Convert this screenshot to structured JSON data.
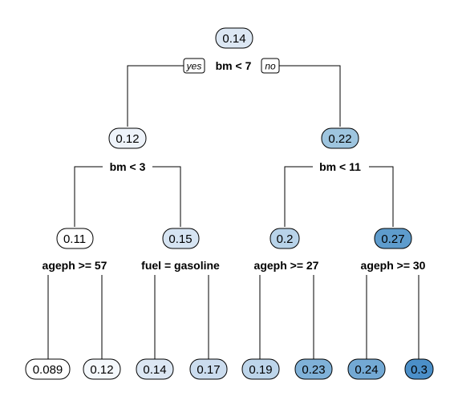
{
  "tree": {
    "branch_labels": {
      "yes": "yes",
      "no": "no"
    },
    "nodes": [
      {
        "id": "root",
        "value": "0.14",
        "fill": "#dce7f3",
        "split": "bm < 7"
      },
      {
        "id": "l",
        "value": "0.12",
        "fill": "#eef3fa",
        "split": "bm < 3"
      },
      {
        "id": "r",
        "value": "0.22",
        "fill": "#9ec5df",
        "split": "bm < 11"
      },
      {
        "id": "ll",
        "value": "0.11",
        "fill": "#ffffff",
        "split": "ageph >= 57"
      },
      {
        "id": "lr",
        "value": "0.15",
        "fill": "#d6e4f2",
        "split": "fuel = gasoline"
      },
      {
        "id": "rl",
        "value": "0.2",
        "fill": "#b8d3e9",
        "split": "ageph >= 27"
      },
      {
        "id": "rr",
        "value": "0.27",
        "fill": "#5e9ccd",
        "split": "ageph >= 30"
      },
      {
        "id": "lll",
        "value": "0.089",
        "fill": "#ffffff",
        "split": ""
      },
      {
        "id": "llr",
        "value": "0.12",
        "fill": "#f4f8fc",
        "split": ""
      },
      {
        "id": "lrl",
        "value": "0.14",
        "fill": "#dce7f3",
        "split": ""
      },
      {
        "id": "lrr",
        "value": "0.17",
        "fill": "#cbdcee",
        "split": ""
      },
      {
        "id": "rll",
        "value": "0.19",
        "fill": "#bdd5ea",
        "split": ""
      },
      {
        "id": "rlr",
        "value": "0.23",
        "fill": "#7fb1d8",
        "split": ""
      },
      {
        "id": "rrl",
        "value": "0.24",
        "fill": "#73a9d4",
        "split": ""
      },
      {
        "id": "rrr",
        "value": "0.3",
        "fill": "#4b8fc8",
        "split": ""
      }
    ]
  }
}
